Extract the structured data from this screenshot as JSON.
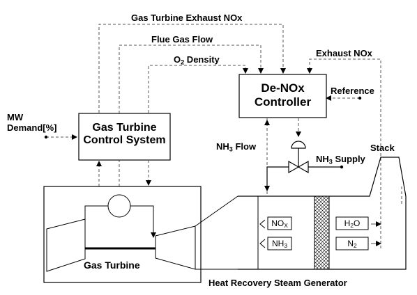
{
  "signals": {
    "gt_exhaust_nox": "Gas Turbine Exhaust NOx",
    "flue_gas_flow": "Flue Gas Flow",
    "o2_density_main": "O",
    "o2_density_sub": "2",
    "o2_density_tail": " Density",
    "exhaust_nox": "Exhaust NOx",
    "reference": "Reference",
    "nh3_flow_main": "NH",
    "nh3_flow_sub": "3",
    "nh3_flow_tail": "  Flow",
    "nh3_supply_main": "NH",
    "nh3_supply_sub": "3",
    "nh3_supply_tail": " Supply",
    "stack": "Stack"
  },
  "mw_demand": {
    "line1": "MW",
    "line2": "Demand[%]"
  },
  "denox_controller": {
    "line1": "De-NOx",
    "line2": "Controller"
  },
  "gt_control_system": {
    "line1": "Gas Turbine",
    "line2": "Control System"
  },
  "gas_turbine_label": "Gas Turbine",
  "hrsg_label": "Heat Recovery Steam Generator",
  "species": {
    "nox_main": "NO",
    "nox_sub": "X",
    "nh3_main": "NH",
    "nh3_sub": "3",
    "h2o_a": "H",
    "h2o_sub": "2",
    "h2o_b": "O",
    "n2_main": "N",
    "n2_sub": "2"
  }
}
